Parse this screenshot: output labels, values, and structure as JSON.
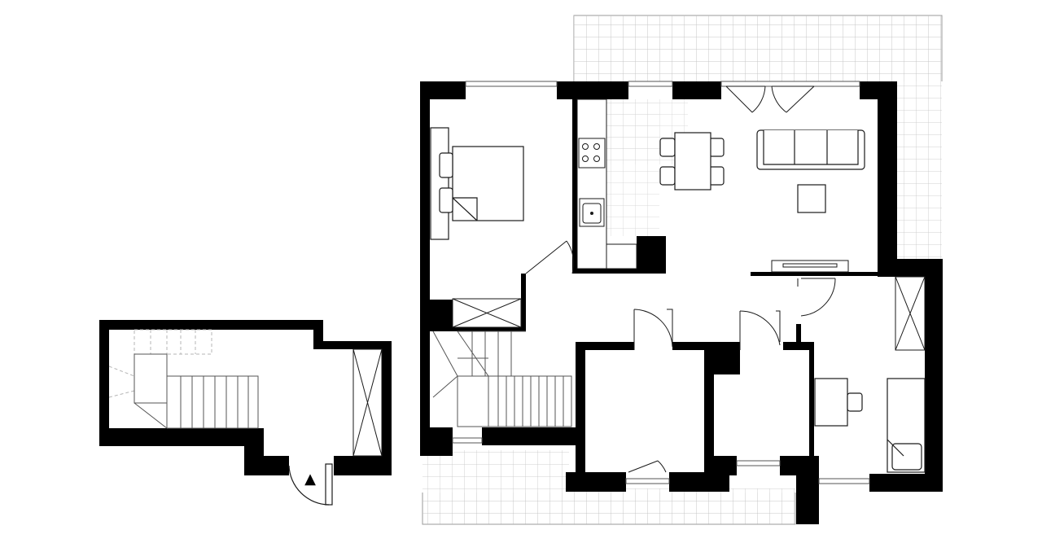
{
  "floor_plan": {
    "rooms": [
      "entrance-stairwell",
      "bedroom",
      "kitchen-living-room",
      "hall",
      "staircase",
      "room-small-left",
      "room-small-right",
      "office",
      "terrace-top-right",
      "terrace-bottom-left"
    ],
    "furniture": [
      "double-bed",
      "nightstand",
      "wardrobe",
      "kitchen-counter",
      "stove",
      "sink",
      "fridge",
      "dining-table",
      "chair",
      "sofa",
      "coffee-table",
      "tv-stand",
      "desk",
      "office-chair",
      "armchair"
    ],
    "markers": {
      "entrance_arrow": "▲"
    }
  },
  "colors": {
    "wall": "#000000",
    "line": "#1a1a1a",
    "thin": "#9a9a9a",
    "tile": "#c9c9c9",
    "background": "#ffffff"
  }
}
